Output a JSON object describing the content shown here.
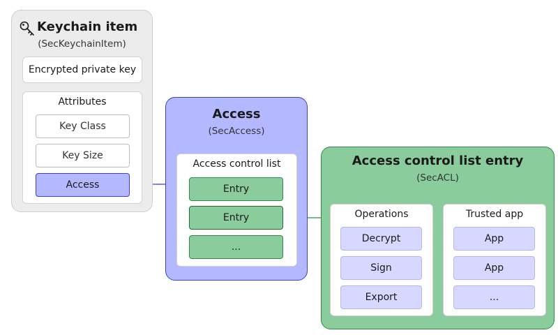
{
  "keychain": {
    "title": "Keychain item",
    "subtitle": "(SecKeychainItem)",
    "icon": "key-icon",
    "private_key_label": "Encrypted private key",
    "attributes_title": "Attributes",
    "attributes": [
      "Key Class",
      "Key Size",
      "Access"
    ]
  },
  "access": {
    "title": "Access",
    "subtitle": "(SecAccess)",
    "acl_title": "Access control list",
    "entries": [
      "Entry",
      "Entry",
      "..."
    ]
  },
  "acl_entry": {
    "title": "Access control list entry",
    "subtitle": "(SecACL)",
    "operations_title": "Operations",
    "operations": [
      "Decrypt",
      "Sign",
      "Export"
    ],
    "trusted_title": "Trusted app",
    "trusted_apps": [
      "App",
      "App",
      "..."
    ]
  },
  "colors": {
    "keychain_bg": "#ececec",
    "access_bg": "#b3b8ff",
    "access_border": "#3b40c4",
    "acl_bg": "#8acc9c",
    "acl_border": "#2f8a4c",
    "op_bg": "#d6d8ff"
  }
}
